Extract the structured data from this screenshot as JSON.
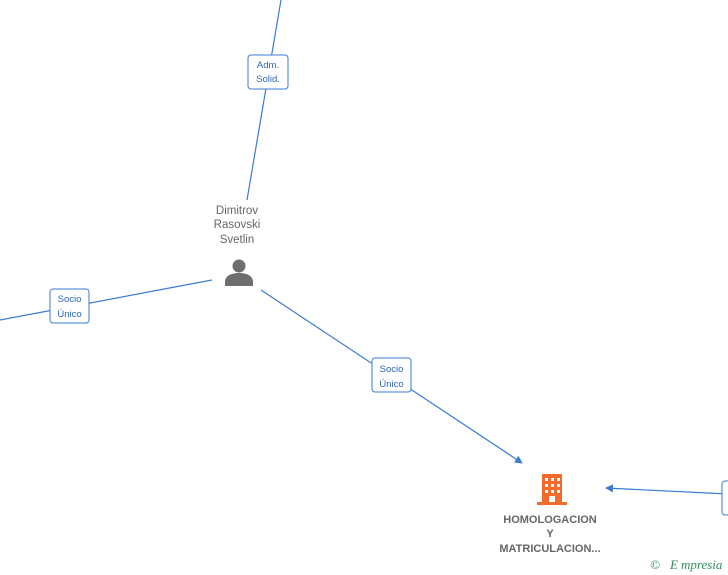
{
  "nodes": {
    "person": {
      "name_lines": [
        "Dimitrov",
        "Rasovski",
        "Svetlin"
      ],
      "icon": "person-icon",
      "color": "#6e6e6e"
    },
    "company": {
      "name_lines": [
        "HOMOLOGACION",
        "Y",
        "MATRICULACION..."
      ],
      "icon": "building-icon",
      "color": "#f26b2b"
    }
  },
  "edges": {
    "top": {
      "label_lines": [
        "Adm.",
        "Solid."
      ]
    },
    "left": {
      "label_lines": [
        "Socio",
        "Único"
      ]
    },
    "person_company": {
      "label_lines": [
        "Socio",
        "Único"
      ]
    },
    "right": {
      "label_lines": []
    }
  },
  "watermark": {
    "copyright": "©",
    "brand": "mpresia",
    "brand_initial": "E",
    "color": "#2e8b57"
  },
  "colors": {
    "edge": "#3a7bd5",
    "label_text": "#2a68b8",
    "node_text": "#666666"
  }
}
